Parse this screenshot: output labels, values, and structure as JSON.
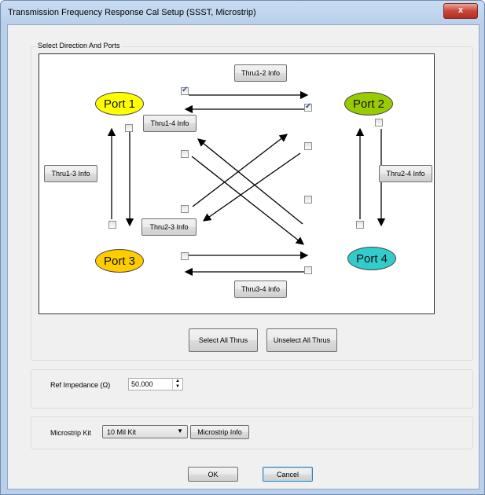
{
  "window": {
    "title": "Transmission Frequency Response Cal Setup (SSST, Microstrip)",
    "close_glyph": "x"
  },
  "direction_group": {
    "label": "Select Direction And Ports"
  },
  "ports": {
    "port1": {
      "label": "Port 1",
      "color": "#ffff00"
    },
    "port2": {
      "label": "Port 2",
      "color": "#99cc00"
    },
    "port3": {
      "label": "Port 3",
      "color": "#ffcc00"
    },
    "port4": {
      "label": "Port 4",
      "color": "#33cccc"
    }
  },
  "thru_buttons": {
    "t12": "Thru1-2 Info",
    "t14": "Thru1-4 Info",
    "t13": "Thru1-3 Info",
    "t24": "Thru2-4 Info",
    "t23": "Thru2-3 Info",
    "t34": "Thru3-4 Info"
  },
  "checkboxes": {
    "p1_to_p2": true,
    "p2_to_p1": true,
    "p1_to_p3": false,
    "p3_to_p1": false,
    "p2_to_p4": false,
    "p4_to_p2": false,
    "p1_to_p4": false,
    "p4_to_p1": false,
    "p2_to_p3": false,
    "p3_to_p2": false,
    "p3_to_p4": false,
    "p4_to_p3": false
  },
  "actions": {
    "select_all": "Select All Thrus",
    "unselect_all": "Unselect All Thrus"
  },
  "ref_impedance": {
    "label": "Ref Impedance (Ω)",
    "value": "50.000"
  },
  "microstrip": {
    "label": "Microstrip Kit",
    "selected": "10 Mil Kit",
    "info": "Microstrip Info"
  },
  "footer": {
    "ok": "OK",
    "cancel": "Cancel"
  }
}
